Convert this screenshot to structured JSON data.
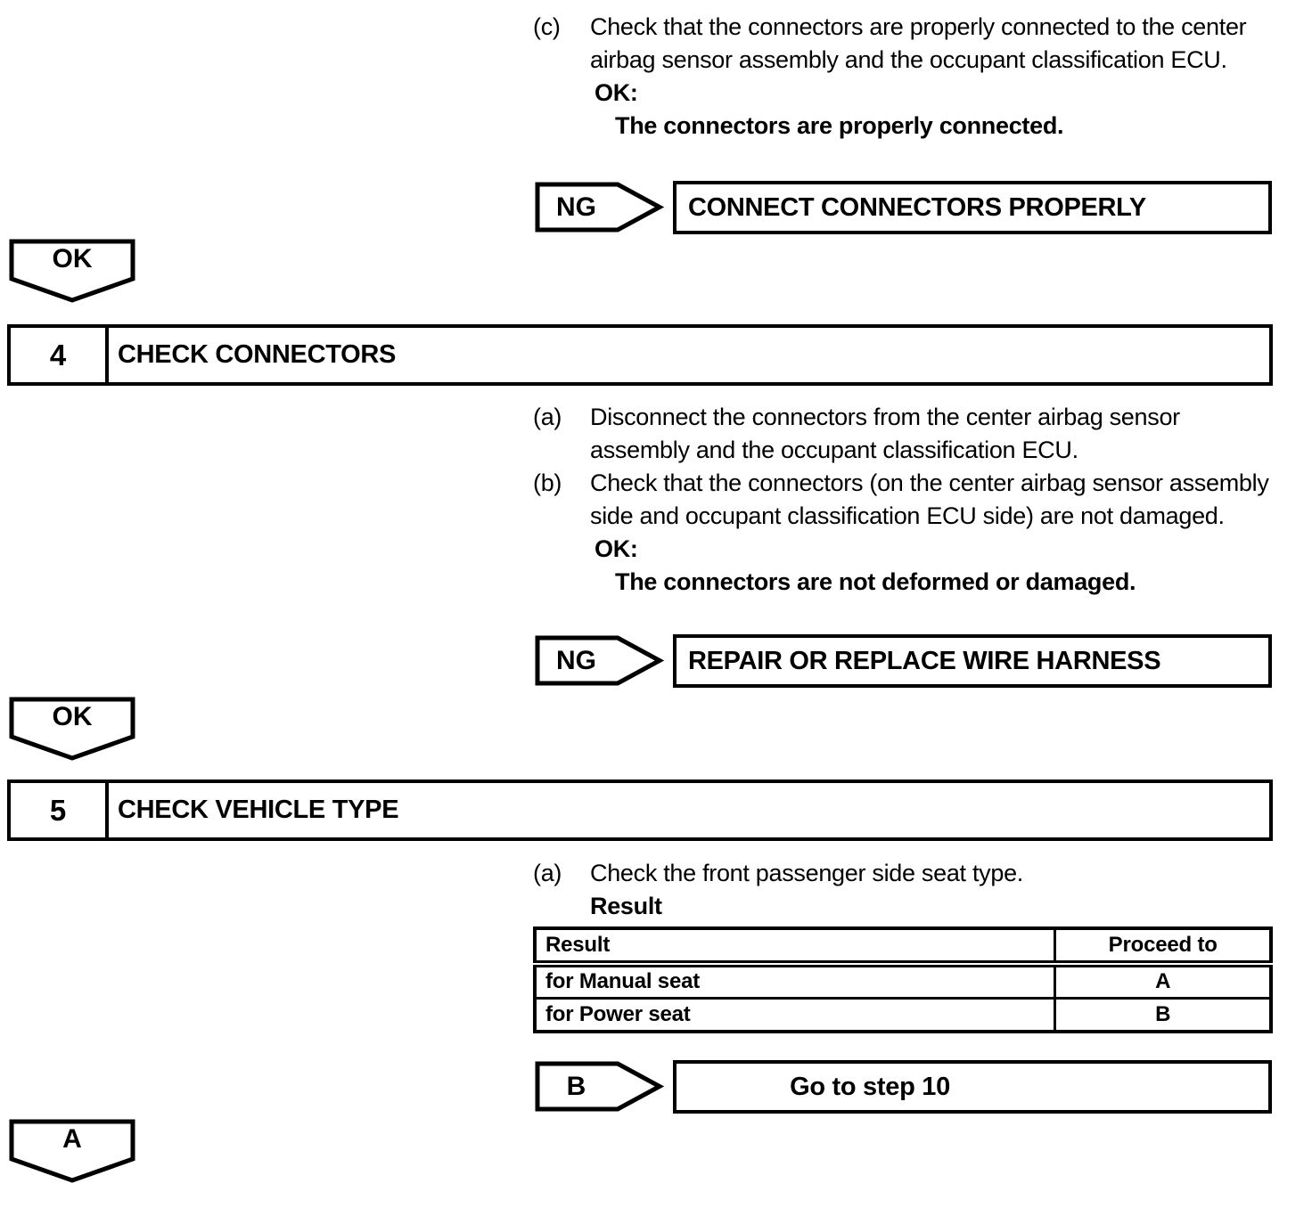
{
  "document": {
    "step3c": {
      "label": "(c)",
      "text": "Check that the connectors are properly connected to the center airbag sensor assembly and the occupant classification ECU.",
      "ok_heading": "OK:",
      "ok_condition": "The connectors are properly connected."
    },
    "branch_ng1": {
      "label": "NG",
      "action": "CONNECT CONNECTORS PROPERLY"
    },
    "connector_ok1": {
      "label": "OK"
    },
    "step4": {
      "number": "4",
      "title": "CHECK CONNECTORS",
      "sub_a": {
        "label": "(a)",
        "text": "Disconnect the connectors from the center airbag sensor assembly and the occupant classification ECU."
      },
      "sub_b": {
        "label": "(b)",
        "text": "Check that the connectors (on the center airbag sensor assembly side and occupant classification ECU side) are not damaged.",
        "ok_heading": "OK:",
        "ok_condition": "The connectors are not deformed or damaged."
      }
    },
    "branch_ng2": {
      "label": "NG",
      "action": "REPAIR OR REPLACE WIRE HARNESS"
    },
    "connector_ok2": {
      "label": "OK"
    },
    "step5": {
      "number": "5",
      "title": "CHECK VEHICLE TYPE",
      "sub_a": {
        "label": "(a)",
        "text": "Check the front passenger side seat type.",
        "result_heading": "Result"
      },
      "result_table": {
        "headers": [
          "Result",
          "Proceed to"
        ],
        "rows": [
          {
            "result": "for Manual seat",
            "proceed_to": "A"
          },
          {
            "result": "for Power seat",
            "proceed_to": "B"
          }
        ]
      }
    },
    "branch_b": {
      "label": "B",
      "action": "Go to step 10"
    },
    "connector_a": {
      "label": "A"
    },
    "colors": {
      "ink": "#000000",
      "paper": "#ffffff"
    }
  }
}
